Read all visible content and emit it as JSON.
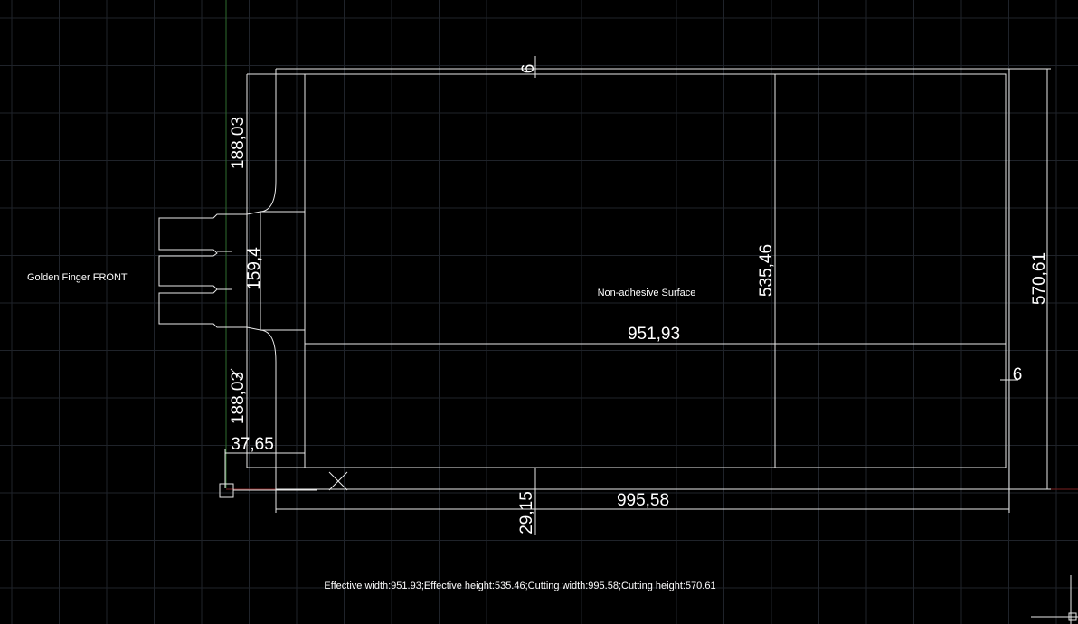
{
  "labels": {
    "golden_finger": "Golden Finger FRONT",
    "non_adhesive": "Non-adhesive Surface",
    "summary": "Effective width:951.93;Effective height:535.46;Cutting width:995.58;Cutting height:570.61"
  },
  "dimensions": {
    "top_margin": "6",
    "upper_offset": "188,03",
    "finger_height": "159,4",
    "lower_offset": "188,03",
    "left_margin": "37,65",
    "effective_height": "535,46",
    "effective_width": "951,93",
    "cutting_height": "570,61",
    "right_margin": "6",
    "bottom_offset": "29,15",
    "cutting_width": "995,58"
  },
  "colors": {
    "background": "#000000",
    "grid": "#1f232a",
    "lines": "#e8e8e8",
    "axis_y": "#2e6b2e",
    "axis_x": "#7a1f1f"
  }
}
